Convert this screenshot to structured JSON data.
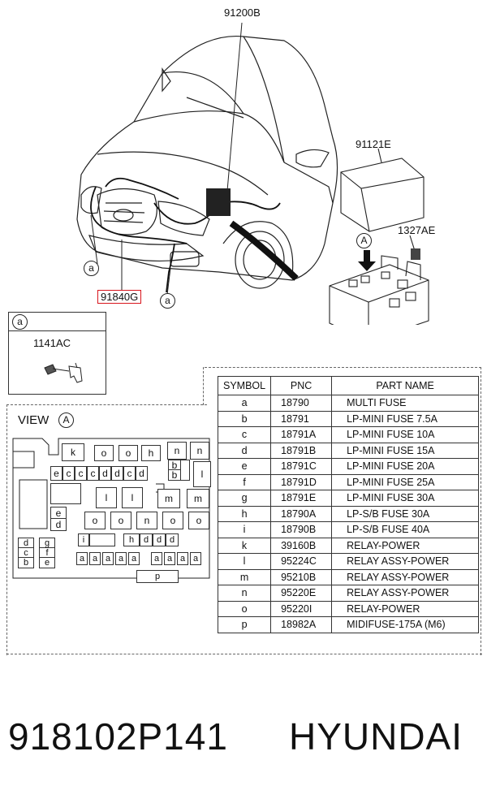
{
  "labels": {
    "harness_main": "91200B",
    "junction_box": "91121E",
    "bolt": "1327AE",
    "front_harness": "91840G",
    "callout_a": "a",
    "view_marker": "A",
    "inset_letter": "a",
    "inset_part": "1141AC",
    "view_title": "VIEW"
  },
  "table": {
    "headers": [
      "SYMBOL",
      "PNC",
      "PART NAME"
    ],
    "rows": [
      [
        "a",
        "18790",
        "MULTI FUSE"
      ],
      [
        "b",
        "18791",
        "LP-MINI FUSE 7.5A"
      ],
      [
        "c",
        "18791A",
        "LP-MINI FUSE 10A"
      ],
      [
        "d",
        "18791B",
        "LP-MINI FUSE 15A"
      ],
      [
        "e",
        "18791C",
        "LP-MINI FUSE 20A"
      ],
      [
        "f",
        "18791D",
        "LP-MINI FUSE 25A"
      ],
      [
        "g",
        "18791E",
        "LP-MINI FUSE 30A"
      ],
      [
        "h",
        "18790A",
        "LP-S/B FUSE 30A"
      ],
      [
        "i",
        "18790B",
        "LP-S/B FUSE 40A"
      ],
      [
        "k",
        "39160B",
        "RELAY-POWER"
      ],
      [
        "l",
        "95224C",
        "RELAY ASSY-POWER"
      ],
      [
        "m",
        "95210B",
        "RELAY ASSY-POWER"
      ],
      [
        "n",
        "95220E",
        "RELAY ASSY-POWER"
      ],
      [
        "o",
        "95220I",
        "RELAY-POWER"
      ],
      [
        "p",
        "18982A",
        "MIDIFUSE-175A (M6)"
      ]
    ]
  },
  "fusebox": {
    "k": "k",
    "o": "o",
    "h": "h",
    "n": "n",
    "b": "b",
    "l": "l",
    "m": "m",
    "e": "e",
    "d": "d",
    "c": "c",
    "f": "f",
    "g": "g",
    "i": "i",
    "a": "a",
    "p": "p"
  },
  "footer": {
    "part_number": "918102P141",
    "brand": "HYUNDAI"
  },
  "colors": {
    "highlight": "#d8141c",
    "line": "#222222"
  }
}
